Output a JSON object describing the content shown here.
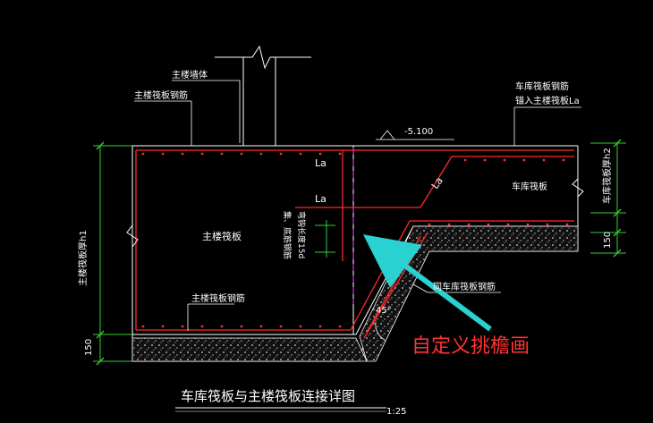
{
  "labels": {
    "main_wall": "主楼墙体",
    "main_slab_rebar_top": "主楼筏板钢筋",
    "elev": "-5.100",
    "garage_rebar_line1": "车库筏板钢筋",
    "garage_rebar_line2": "锚入主楼筏板La",
    "la_1": "La",
    "la_2": "La",
    "la_diag": "La",
    "main_slab": "主楼筏板",
    "garage_slab": "车库筏板",
    "hook_text_1": "集、底筋钢筋",
    "hook_text_2": "弯钩长度15d",
    "main_slab_rebar_bottom": "主楼筏板钢筋",
    "same_rebar": "同车库筏板钢筋",
    "angle": "45°",
    "dim_left": "主楼筏板厚h1",
    "dim_left_150": "150",
    "dim_right": "车库筏板厚h2",
    "dim_right_150": "150",
    "annotation": "自定义挑檐画",
    "title": "车库筏板与主楼筏板连接详图",
    "scale": "1:25"
  },
  "colors": {
    "background": "#000000",
    "line": "#ffffff",
    "rebar": "#ff2a2a",
    "dimension": "#33cc33",
    "dash": "#ff44ff",
    "annotation_arrow": "#2ad1d1",
    "annotation_text": "#ff3333",
    "gravel": "#555555"
  }
}
